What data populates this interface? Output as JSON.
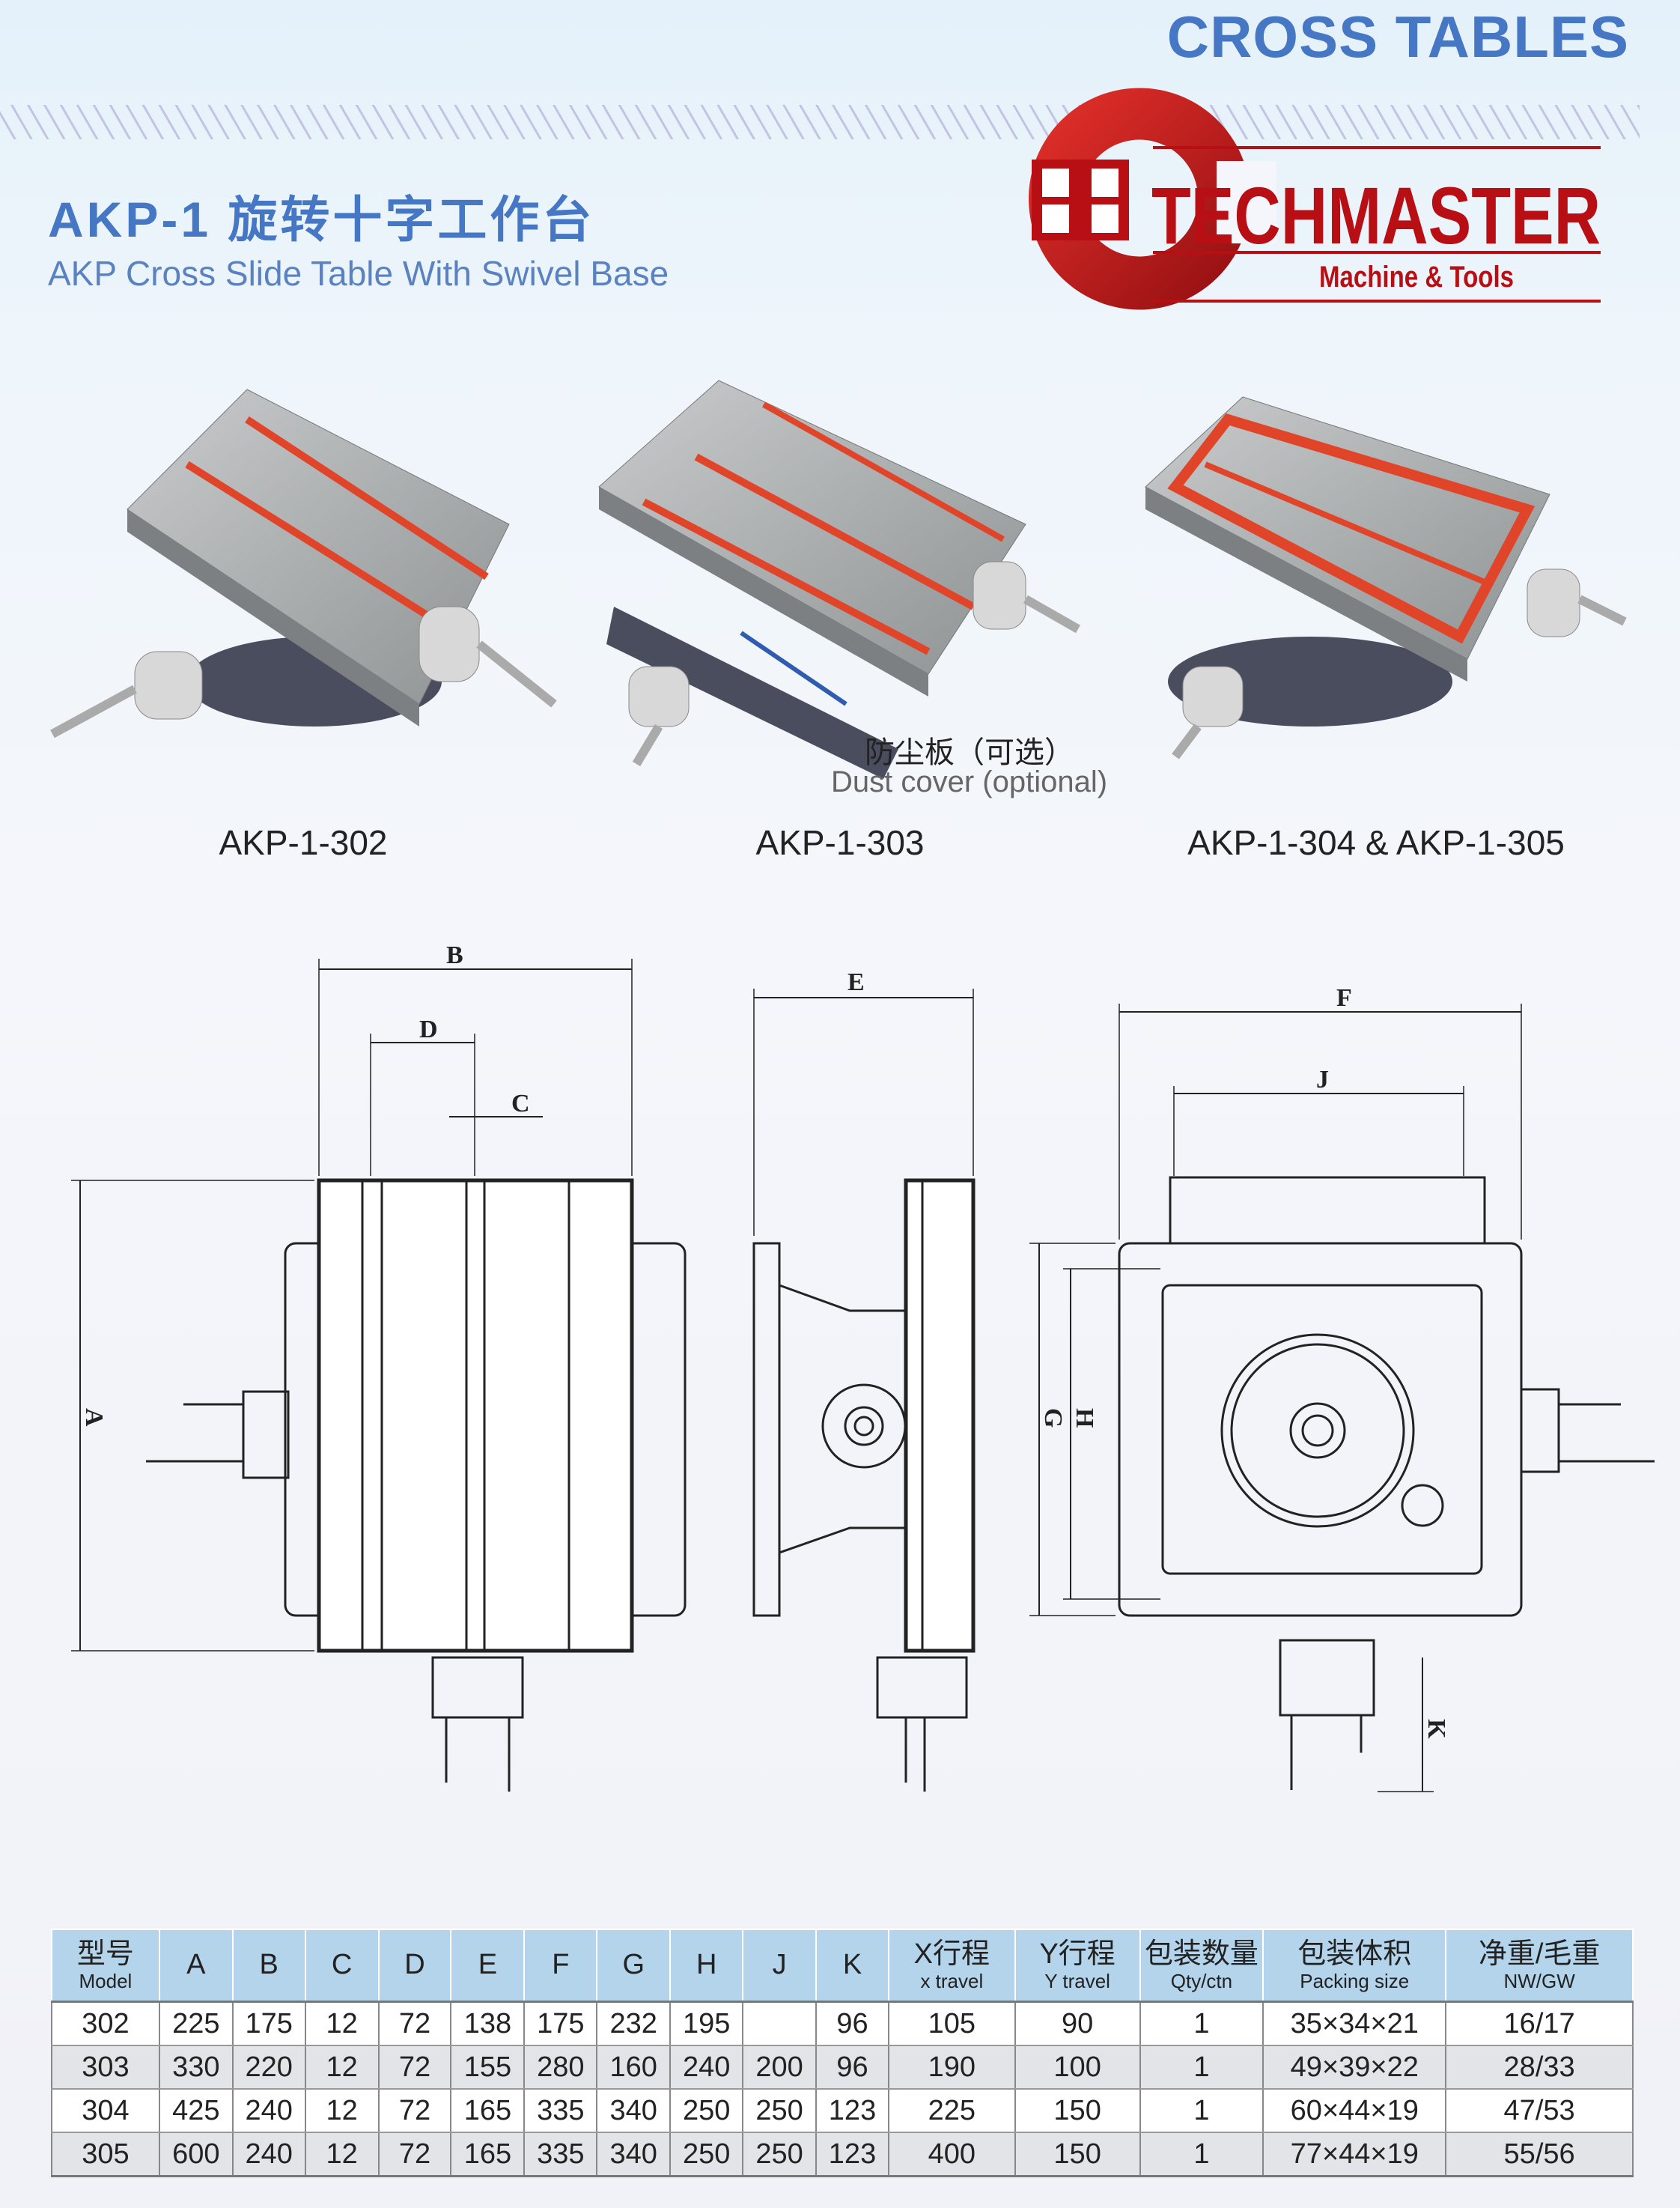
{
  "header": {
    "section_title": "CROSS TABLES",
    "title_cn": "AKP-1 旋转十字工作台",
    "title_en": "AKP Cross Slide Table With Swivel Base"
  },
  "logo": {
    "letter": "H",
    "brand": "TECHMASTER",
    "tagline": "Machine & Tools",
    "color": "#c0141a"
  },
  "products": [
    {
      "label": "AKP-1-302"
    },
    {
      "label": "AKP-1-303"
    },
    {
      "label": "AKP-1-304 & AKP-1-305"
    }
  ],
  "callout": {
    "cn": "防尘板（可选）",
    "en": "Dust cover (optional)"
  },
  "dimensions": {
    "A": "A",
    "B": "B",
    "C": "C",
    "D": "D",
    "E": "E",
    "F": "F",
    "G": "G",
    "H": "H",
    "J": "J",
    "K": "K"
  },
  "spec_table": {
    "headers": [
      {
        "main": "型号",
        "sub": "Model"
      },
      {
        "main": "A"
      },
      {
        "main": "B"
      },
      {
        "main": "C"
      },
      {
        "main": "D"
      },
      {
        "main": "E"
      },
      {
        "main": "F"
      },
      {
        "main": "G"
      },
      {
        "main": "H"
      },
      {
        "main": "J"
      },
      {
        "main": "K"
      },
      {
        "main": "X行程",
        "sub": "x travel"
      },
      {
        "main": "Y行程",
        "sub": "Y travel"
      },
      {
        "main": "包装数量",
        "sub": "Qty/ctn"
      },
      {
        "main": "包装体积",
        "sub": "Packing size"
      },
      {
        "main": "净重/毛重",
        "sub": "NW/GW"
      }
    ],
    "rows": [
      [
        "302",
        "225",
        "175",
        "12",
        "72",
        "138",
        "175",
        "232",
        "195",
        "",
        "96",
        "105",
        "90",
        "1",
        "35×34×21",
        "16/17"
      ],
      [
        "303",
        "330",
        "220",
        "12",
        "72",
        "155",
        "280",
        "160",
        "240",
        "200",
        "96",
        "190",
        "100",
        "1",
        "49×39×22",
        "28/33"
      ],
      [
        "304",
        "425",
        "240",
        "12",
        "72",
        "165",
        "335",
        "340",
        "250",
        "250",
        "123",
        "225",
        "150",
        "1",
        "60×44×19",
        "47/53"
      ],
      [
        "305",
        "600",
        "240",
        "12",
        "72",
        "165",
        "335",
        "340",
        "250",
        "250",
        "123",
        "400",
        "150",
        "1",
        "77×44×19",
        "55/56"
      ]
    ]
  }
}
